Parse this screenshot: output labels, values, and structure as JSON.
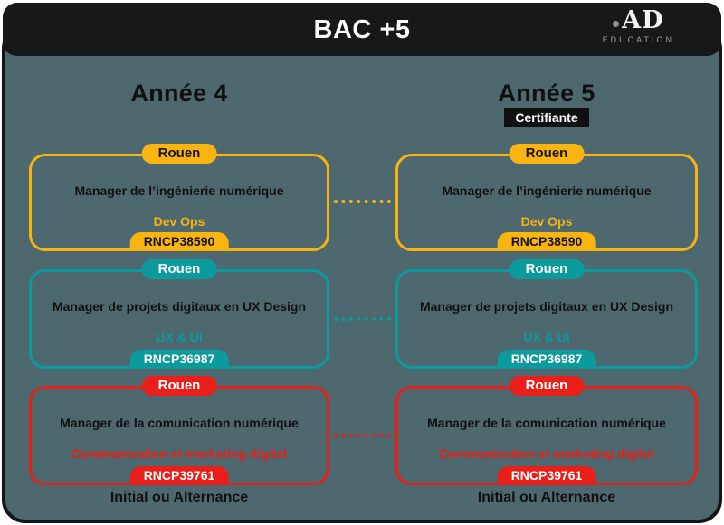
{
  "header": {
    "title": "BAC +5"
  },
  "logo": {
    "mark": "AD",
    "sub": "EDUCATION"
  },
  "columns": {
    "left": {
      "title": "Année 4",
      "footer": "Initial ou Alternance"
    },
    "right": {
      "title": "Année 5",
      "badge": "Certifiante",
      "footer": "Initial ou Alternance"
    }
  },
  "programs": [
    {
      "campus": "Rouen",
      "title": "Manager de l’ingénierie numérique",
      "specialty": "Dev Ops",
      "rncp": "RNCP38590",
      "color": "#f9b410"
    },
    {
      "campus": "Rouen",
      "title": "Manager de projets digitaux en UX Design",
      "specialty": "UX & UI",
      "rncp": "RNCP36987",
      "color": "#0c9b9c"
    },
    {
      "campus": "Rouen",
      "title": "Manager de la comunication numérique",
      "specialty": "Communication et marketing digital",
      "rncp": "RNCP39761",
      "color": "#e92019"
    }
  ],
  "colors": {
    "panel_background": "#4e686f",
    "panel_border": "#131516",
    "header_background": "#16181a",
    "yellow": "#f9b410",
    "teal": "#0c9b9c",
    "red": "#e92019",
    "text_dark": "#101010"
  }
}
